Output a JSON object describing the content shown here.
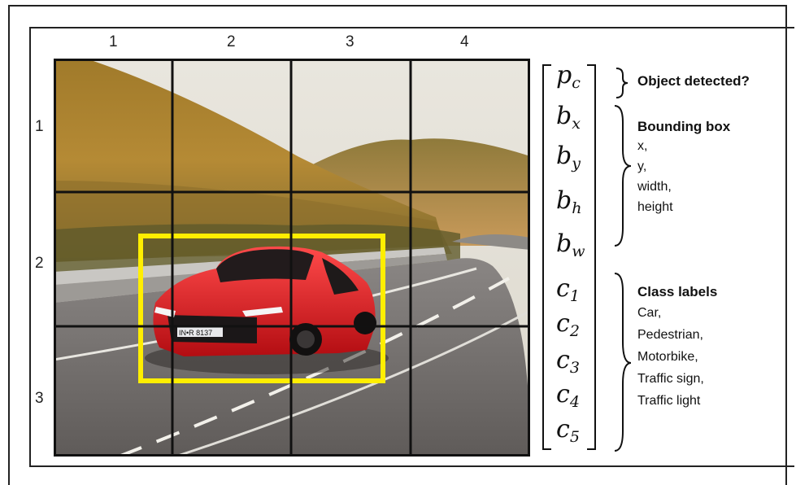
{
  "grid": {
    "column_labels": [
      "1",
      "2",
      "3",
      "4"
    ],
    "row_labels": [
      "1",
      "2",
      "3"
    ],
    "line_color": "#111111"
  },
  "photo": {
    "subject": "red sports car on a curved road between hills",
    "plate_text": "IN•R 8137",
    "car_color": "#d8141c",
    "bounding_box_color": "#ffee00"
  },
  "vector": {
    "p": "p",
    "p_sub": "c",
    "b": "b",
    "bx_sub": "x",
    "by_sub": "y",
    "bh_sub": "h",
    "bw_sub": "w",
    "c": "c",
    "c_subs": [
      "1",
      "2",
      "3",
      "4",
      "5"
    ]
  },
  "annotations": {
    "object_detected": "Object detected?",
    "bounding_box": {
      "title": "Bounding box",
      "items": [
        "x,",
        "y,",
        "width,",
        "height"
      ]
    },
    "class_labels": {
      "title": "Class labels",
      "items": [
        "Car,",
        "Pedestrian,",
        "Motorbike,",
        "Traffic sign,",
        "Traffic light"
      ]
    }
  }
}
